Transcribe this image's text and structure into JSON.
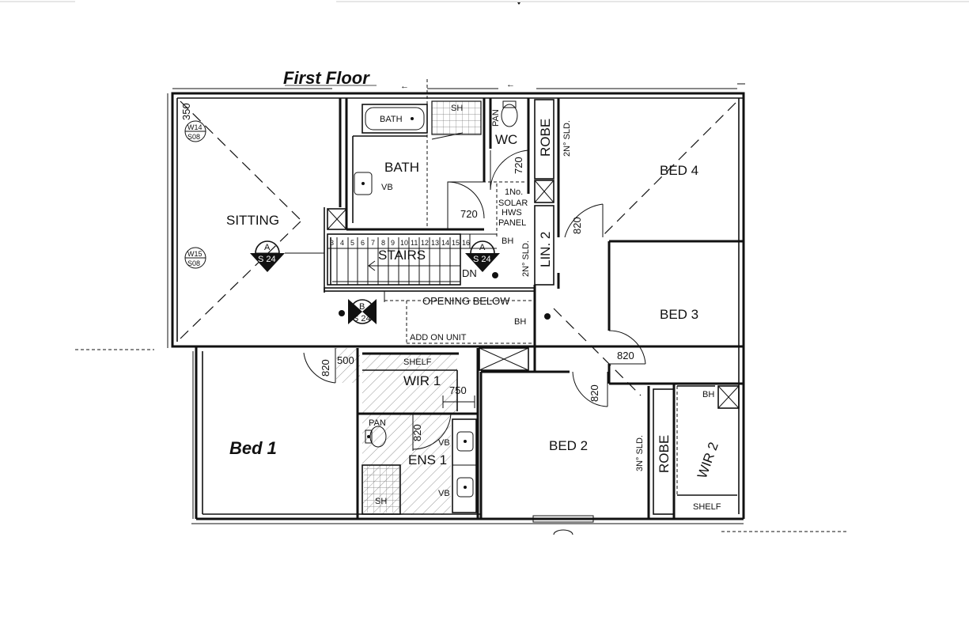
{
  "title": "First Floor",
  "rooms": {
    "sitting": "SITTING",
    "bath": "BATH",
    "bath_tub": "BATH",
    "shower": "SH",
    "wc": "WC",
    "pan": "PAN",
    "robe1": "ROBE",
    "robe1_sld": "2N° SLD.",
    "bed4": "BED 4",
    "bed3": "BED 3",
    "bed2": "BED 2",
    "bed1": "Bed 1",
    "stairs": "STAIRS",
    "dn": "DN",
    "lin2": "LIN. 2",
    "lin2_sld": "2N° SLD.",
    "opening_below": "OPENING BELOW",
    "add_on_unit": "ADD ON UNIT",
    "wir1": "WIR 1",
    "shelf1": "SHELF",
    "ens1": "ENS 1",
    "ens_pan": "PAN",
    "ens_sh": "SH",
    "vb1": "VB",
    "vb2": "VB",
    "vb3": "VB",
    "robe2": "ROBE",
    "robe2_sld": "3N° SLD.",
    "wir2": "WIR 2",
    "shelf2": "SHELF",
    "bh1": "BH",
    "bh2": "BH",
    "bh3": "BH",
    "solar1": "1No.",
    "solar2": "SOLAR",
    "solar3": "HWS",
    "solar4": "PANEL"
  },
  "dimensions": {
    "d350": "350",
    "d720a": "720",
    "d720b": "720",
    "d820a": "820",
    "d820b": "820",
    "d820c": "820",
    "d820d": "820",
    "d820e": "820",
    "d500": "500",
    "d750": "750"
  },
  "windows": {
    "w14": "W14",
    "w14s": "S08",
    "w15": "W15",
    "w15s": "S08"
  },
  "sections": {
    "a1": "A",
    "a1s": "S 24",
    "a2": "A",
    "a2s": "S 24",
    "b": "B",
    "bs": "S 24"
  },
  "stair_numbers": [
    "3",
    "4",
    "5",
    "6",
    "7",
    "8",
    "9",
    "10",
    "11",
    "12",
    "13",
    "14",
    "15",
    "16"
  ]
}
